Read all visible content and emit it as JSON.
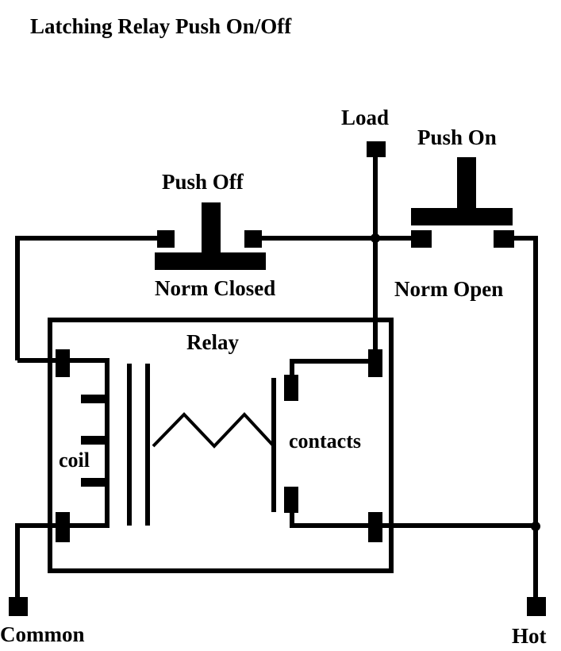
{
  "title": "Latching Relay Push On/Off",
  "labels": {
    "load": "Load",
    "push_on": "Push On",
    "push_off": "Push Off",
    "norm_closed": "Norm Closed",
    "norm_open": "Norm Open",
    "relay": "Relay",
    "coil": "coil",
    "contacts": "contacts",
    "common": "Common",
    "hot": "Hot"
  },
  "colors": {
    "ink": "#000000",
    "background": "#ffffff"
  }
}
